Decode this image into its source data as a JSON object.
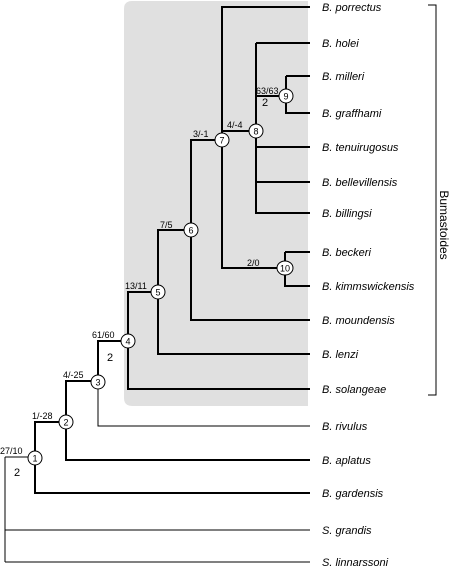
{
  "clade_label": "Bumastoides",
  "taxa": [
    {
      "id": "porrectus",
      "name": "B. porrectus"
    },
    {
      "id": "holei",
      "name": "B. holei"
    },
    {
      "id": "milleri",
      "name": "B. milleri"
    },
    {
      "id": "graffhami",
      "name": "B. graffhami"
    },
    {
      "id": "tenuirugosus",
      "name": "B. tenuirugosus"
    },
    {
      "id": "bellevillensis",
      "name": "B. bellevillensis"
    },
    {
      "id": "billingsi",
      "name": "B. billingsi"
    },
    {
      "id": "beckeri",
      "name": "B. beckeri"
    },
    {
      "id": "kimmswickensis",
      "name": "B. kimmswickensis"
    },
    {
      "id": "moundensis",
      "name": "B. moundensis"
    },
    {
      "id": "lenzi",
      "name": "B. lenzi"
    },
    {
      "id": "solangeae",
      "name": "B. solangeae"
    },
    {
      "id": "rivulus",
      "name": "B. rivulus"
    },
    {
      "id": "aplatus",
      "name": "B. aplatus"
    },
    {
      "id": "gardensis",
      "name": "B. gardensis"
    },
    {
      "id": "grandis",
      "name": "S. grandis"
    },
    {
      "id": "linnarssoni",
      "name": "S. linnarssoni"
    }
  ],
  "nodes": [
    {
      "num": "1",
      "support": "27/10",
      "bremer": "2"
    },
    {
      "num": "2",
      "support": "1/-28",
      "bremer": ""
    },
    {
      "num": "3",
      "support": "4/-25",
      "bremer": ""
    },
    {
      "num": "4",
      "support": "61/60",
      "bremer": "2"
    },
    {
      "num": "5",
      "support": "13/11",
      "bremer": ""
    },
    {
      "num": "6",
      "support": "7/5",
      "bremer": ""
    },
    {
      "num": "7",
      "support": "3/-1",
      "bremer": ""
    },
    {
      "num": "8",
      "support": "4/-4",
      "bremer": ""
    },
    {
      "num": "9",
      "support": "63/63",
      "bremer": "2"
    },
    {
      "num": "10",
      "support": "2/0",
      "bremer": ""
    }
  ]
}
